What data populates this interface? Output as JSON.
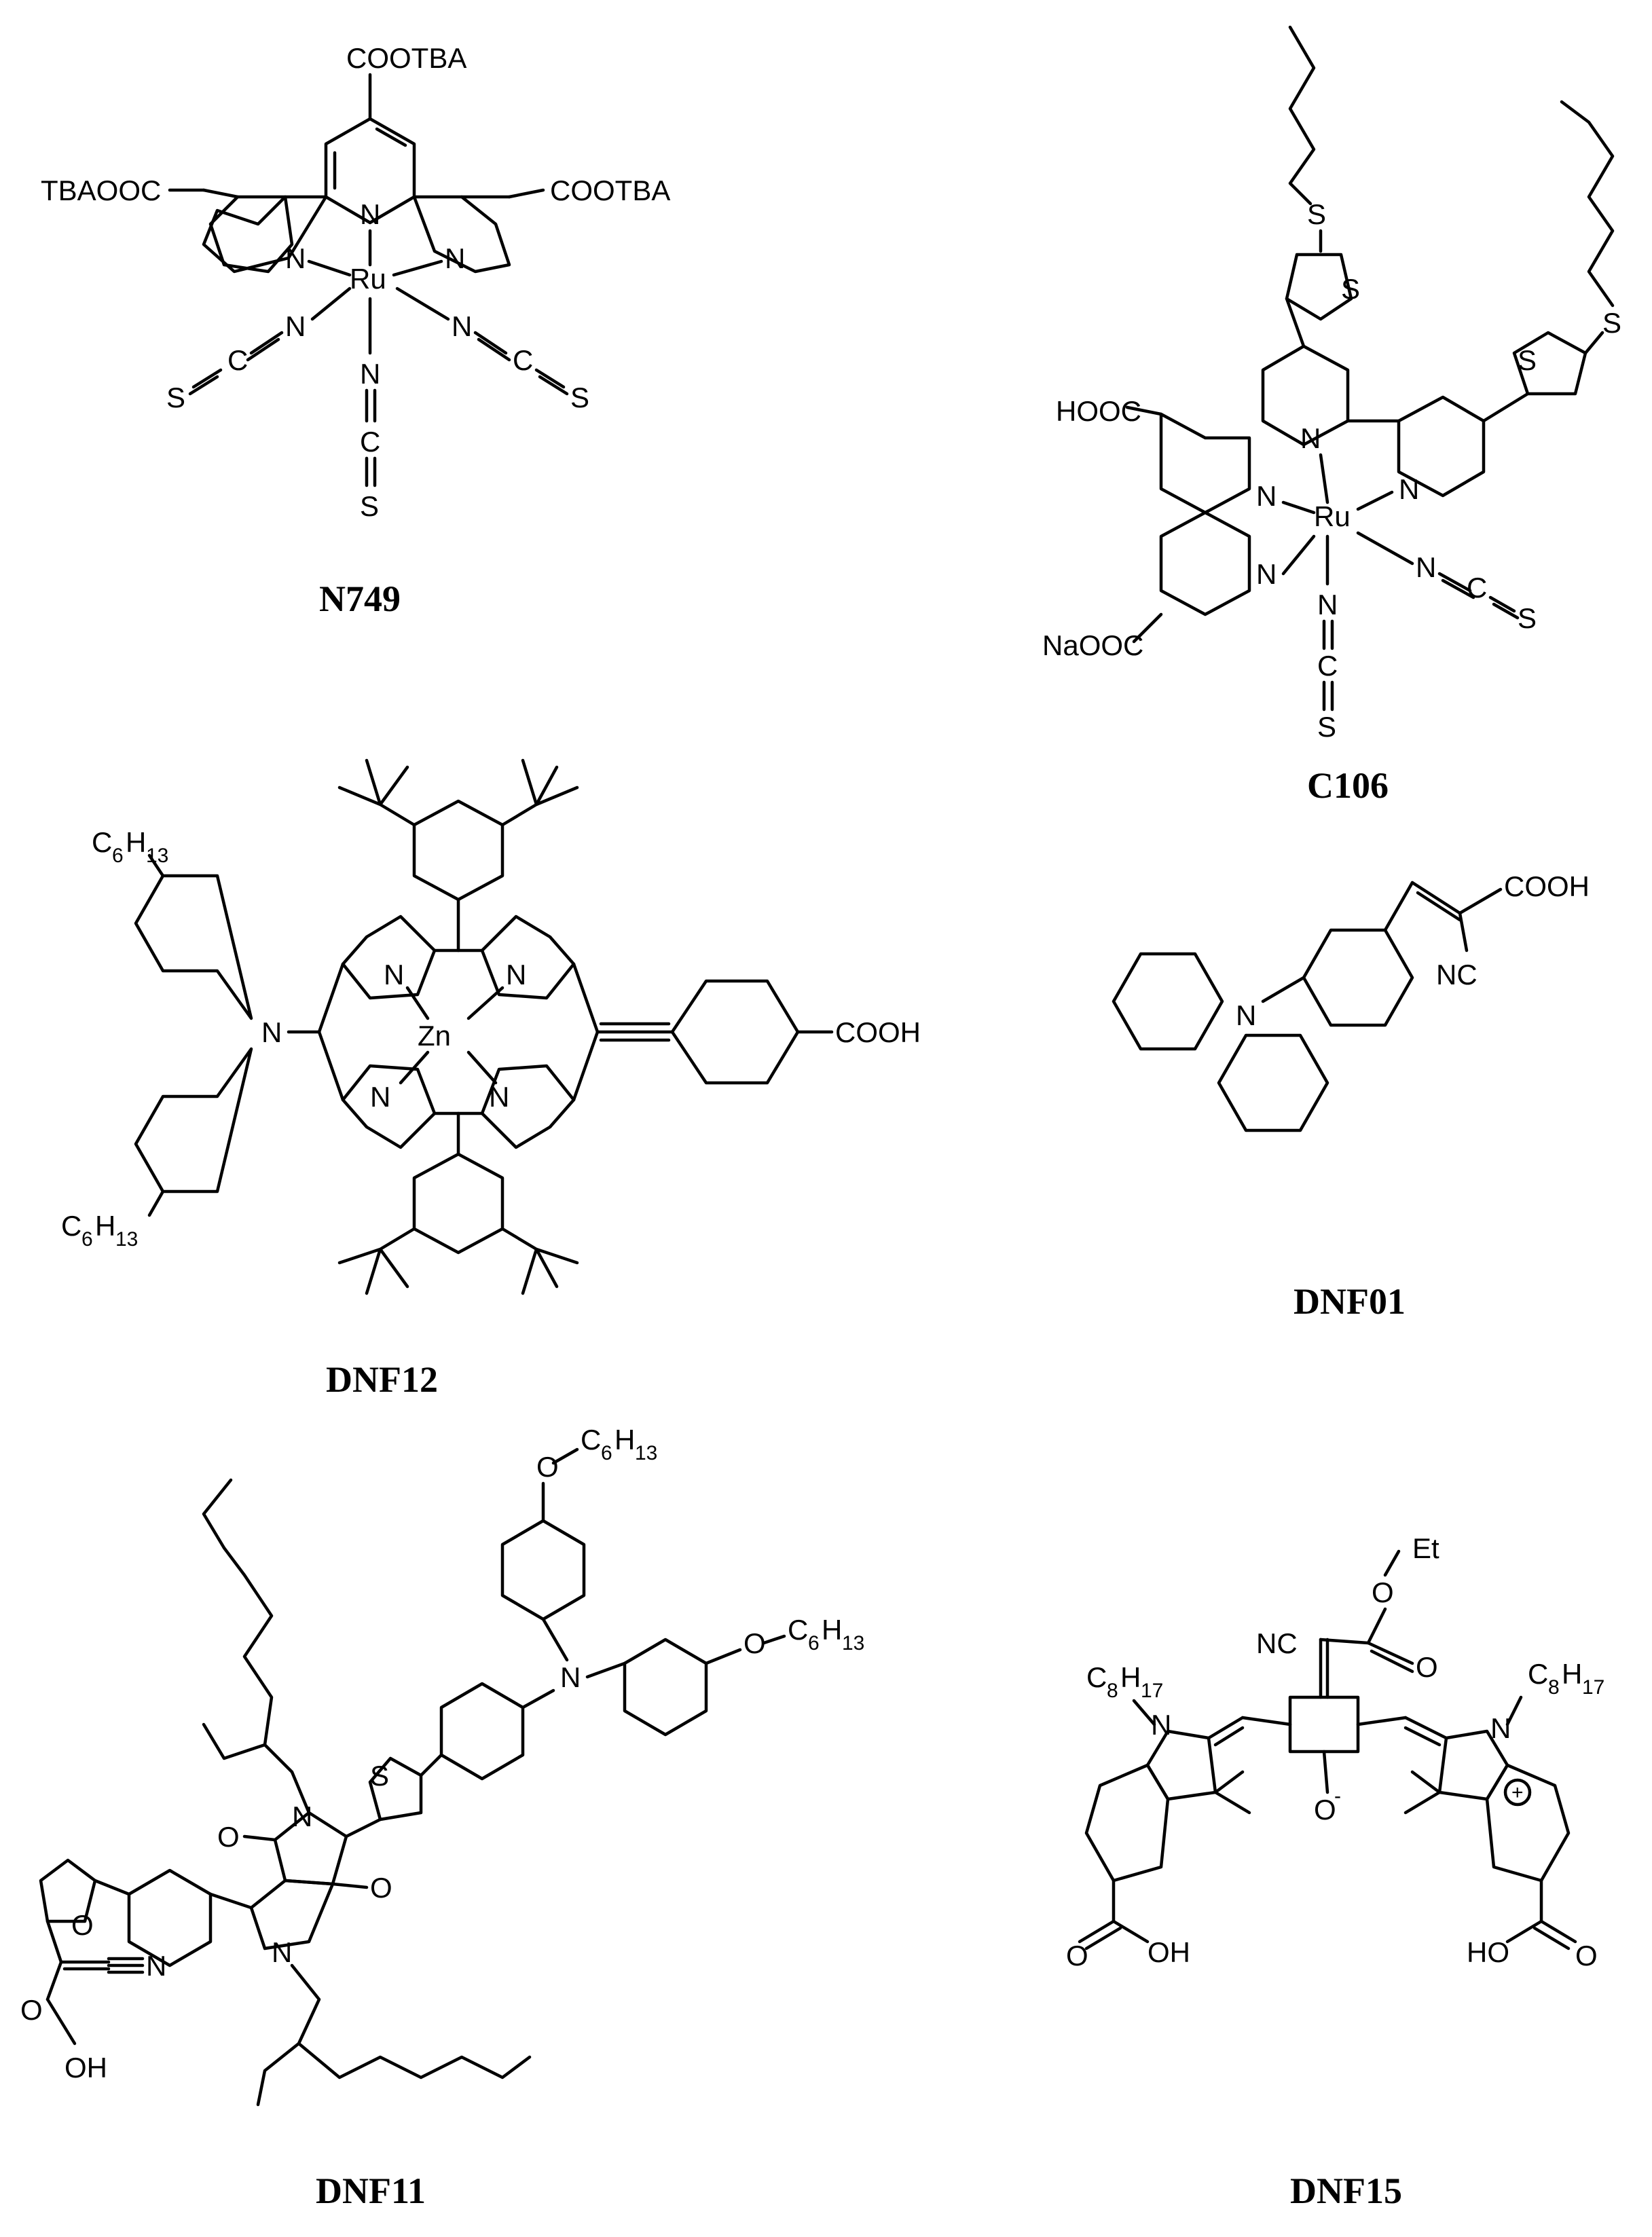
{
  "compounds": [
    {
      "id": "N749",
      "caption": "N749",
      "labels": {
        "top": "COOTBA",
        "left": "TBAOOC",
        "right": "COOTBA",
        "ru": "Ru",
        "n_center": "N",
        "n_left": "N",
        "n_right": "N",
        "ncs_left_s": "S",
        "ncs_left_c": "C",
        "ncs_left_n": "N",
        "ncs_right_n": "N",
        "ncs_right_c": "C",
        "ncs_right_s": "S",
        "ncs_down_n": "N",
        "ncs_down_c": "C",
        "ncs_down_s": "S"
      }
    },
    {
      "id": "C106",
      "caption": "C106",
      "labels": {
        "hooc": "HOOC",
        "naooc": "NaOOC",
        "ru": "Ru",
        "s_chain_1": "S",
        "s_ring_1": "S",
        "s_chain_2": "S",
        "s_ring_2": "S",
        "n1": "N",
        "n2": "N",
        "n3": "N",
        "n4": "N",
        "ncs_right_n": "N",
        "ncs_right_c": "C",
        "ncs_right_s": "S",
        "ncs_down_n": "N",
        "ncs_down_c": "C",
        "ncs_down_s": "S"
      }
    },
    {
      "id": "DNF12",
      "caption": "DNF12",
      "labels": {
        "c6h13_top": "C",
        "c6h13_top_sub1": "6",
        "c6h13_top_h": "H",
        "c6h13_top_sub2": "13",
        "c6h13_bot": "C",
        "c6h13_bot_sub1": "6",
        "c6h13_bot_h": "H",
        "c6h13_bot_sub2": "13",
        "amine_n": "N",
        "zn": "Zn",
        "n_tl": "N",
        "n_tr": "N",
        "n_bl": "N",
        "n_br": "N",
        "cooh": "COOH"
      }
    },
    {
      "id": "DNF01",
      "caption": "DNF01",
      "labels": {
        "amine_n": "N",
        "cooh": "COOH",
        "nc": "NC"
      }
    },
    {
      "id": "DNF11",
      "caption": "DNF11",
      "labels": {
        "o_top": "O",
        "c6h13_top": "C",
        "c6h13_top_sub1": "6",
        "c6h13_top_h": "H",
        "c6h13_top_sub2": "13",
        "o_right": "O",
        "c6h13_right": "C",
        "c6h13_right_sub1": "6",
        "c6h13_right_h": "H",
        "c6h13_right_sub2": "13",
        "amine_n": "N",
        "s": "S",
        "o_lactam_top": "O",
        "o_lactam_bot": "O",
        "n_top": "N",
        "n_bot": "N",
        "furan_o": "O",
        "cn": "N",
        "acid_o": "O",
        "acid_oh": "OH"
      }
    },
    {
      "id": "DNF15",
      "caption": "DNF15",
      "labels": {
        "et": "Et",
        "o_ester": "O",
        "o_carbonyl": "O",
        "nc": "NC",
        "c8h17_left": "C",
        "c8h17_left_sub1": "8",
        "c8h17_left_h": "H",
        "c8h17_left_sub2": "17",
        "c8h17_right": "C",
        "c8h17_right_sub1": "8",
        "c8h17_right_h": "H",
        "c8h17_right_sub2": "17",
        "n_left": "N",
        "n_right": "N",
        "o_minus": "O",
        "minus": "-",
        "plus": "+",
        "o_acid_left": "O",
        "oh_acid_left": "OH",
        "ho_acid_right": "HO",
        "o_acid_right": "O"
      }
    }
  ]
}
